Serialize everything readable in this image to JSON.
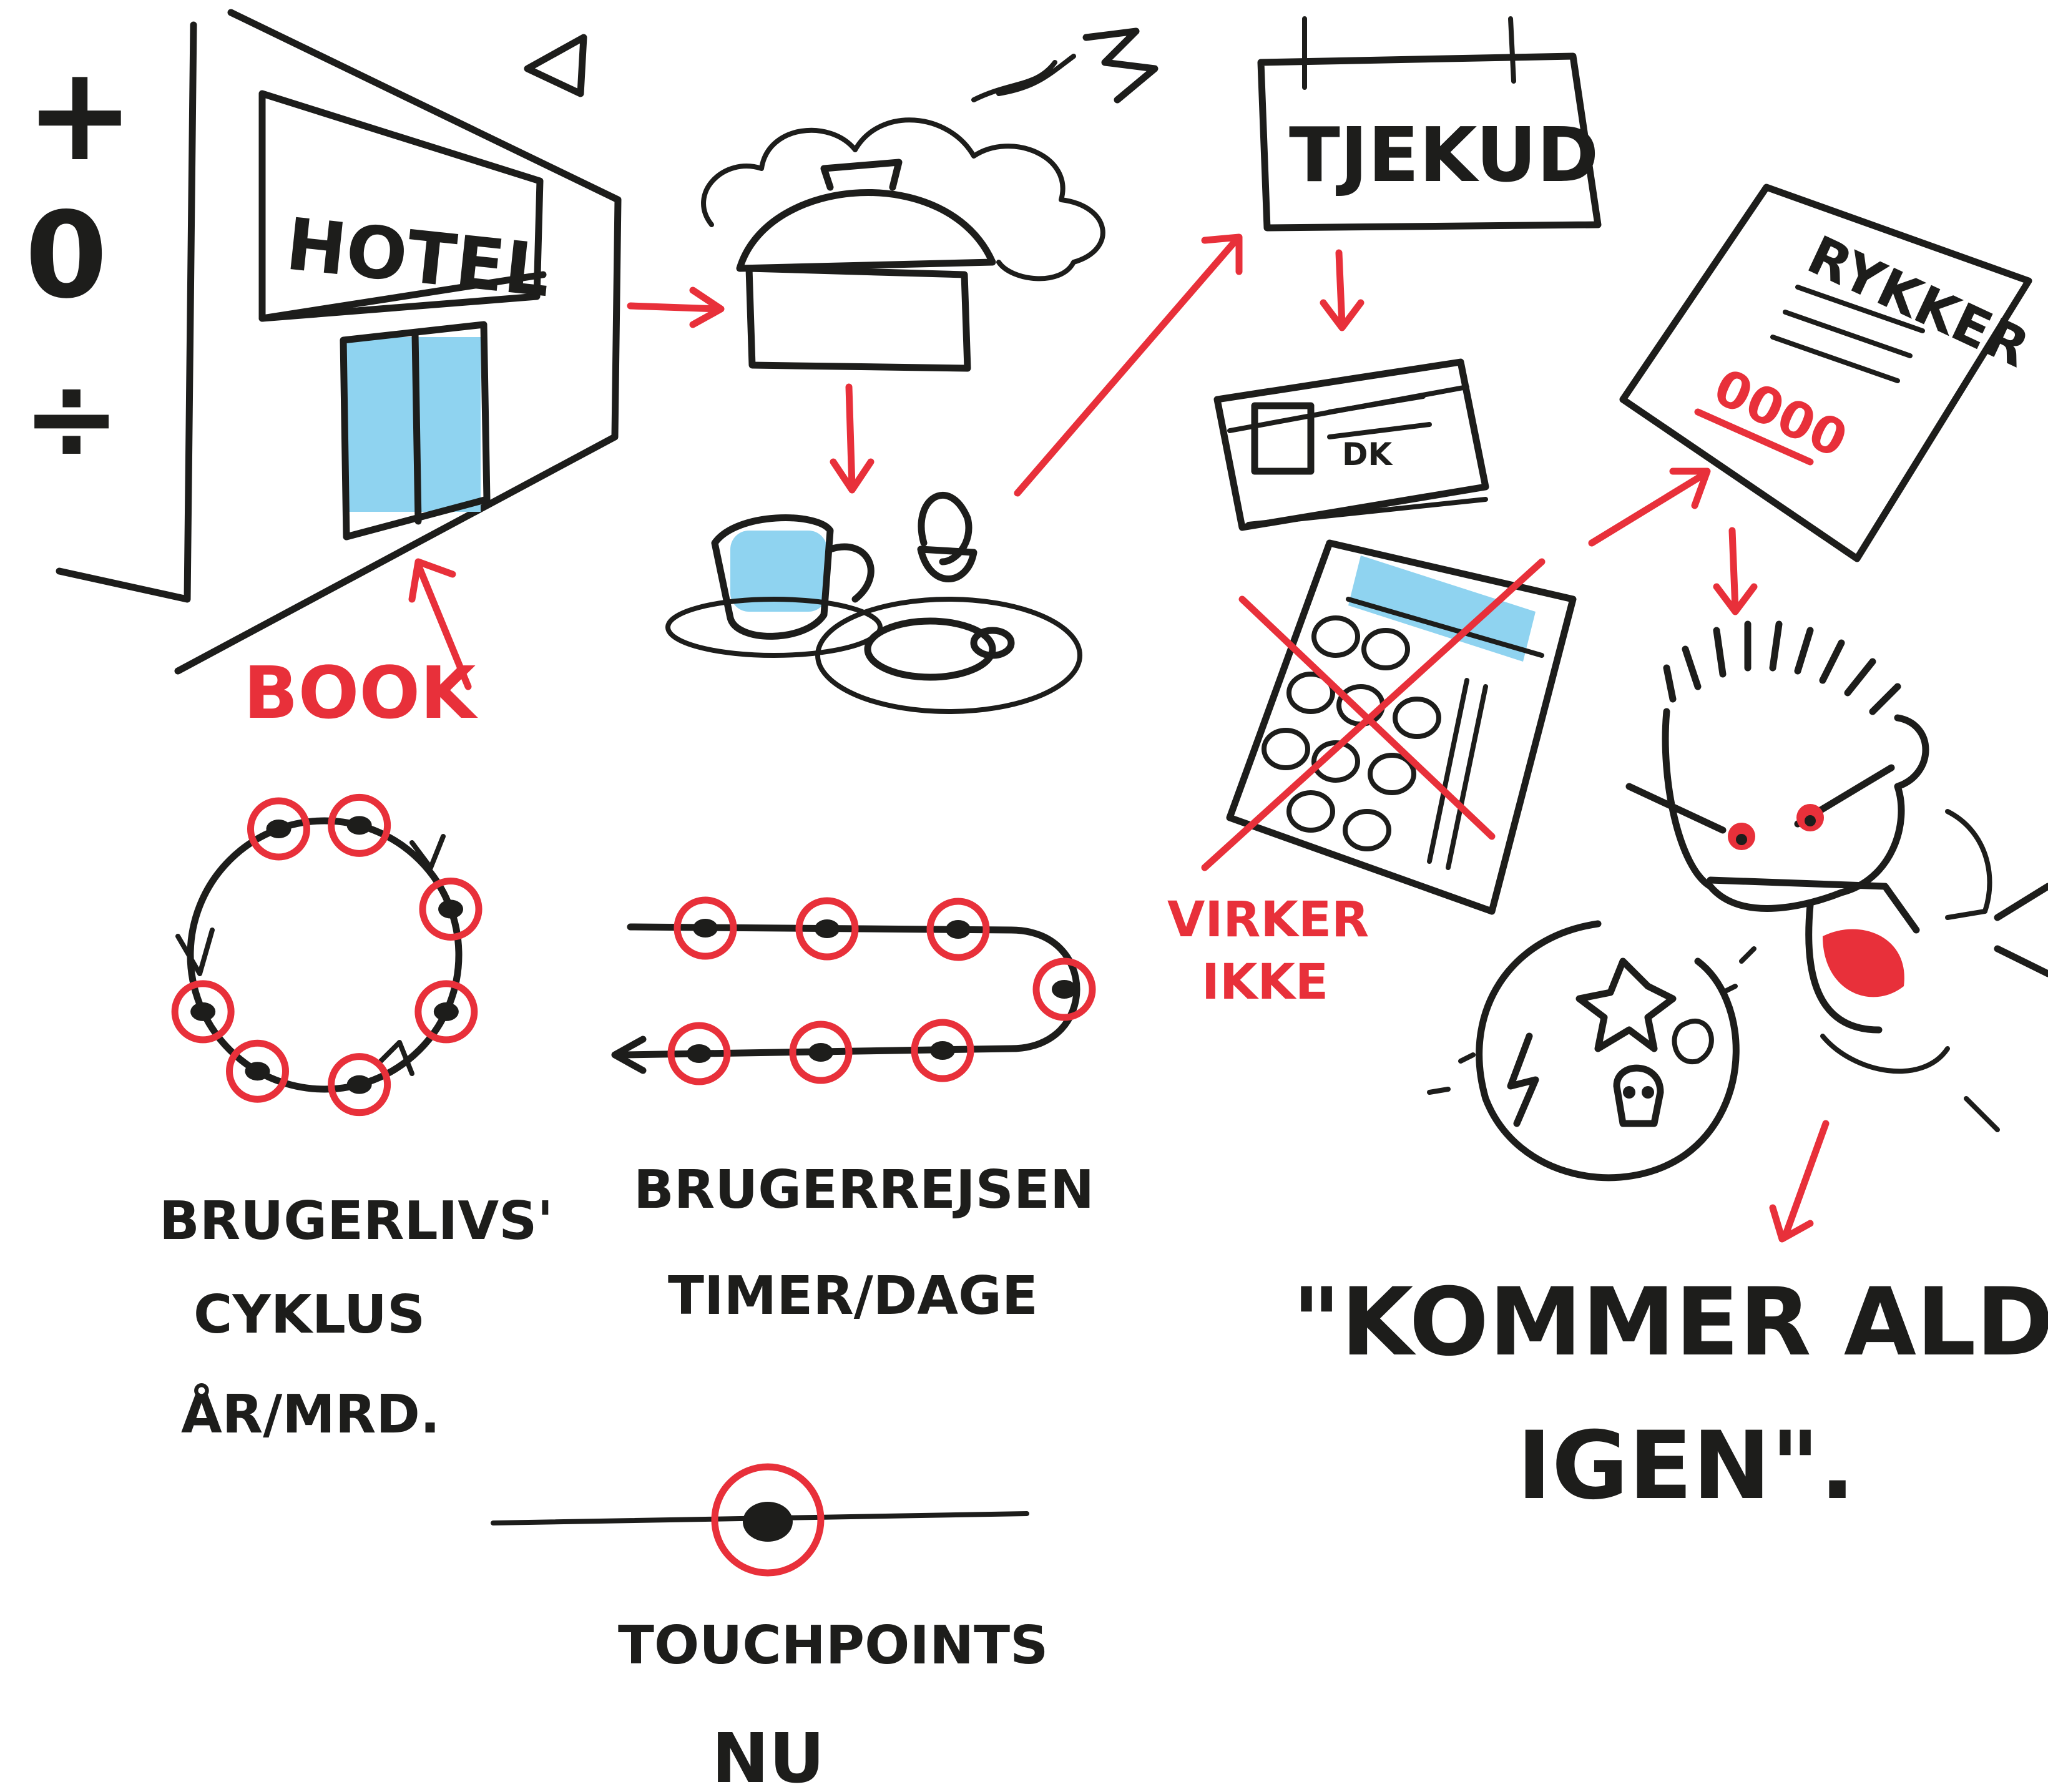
{
  "labels": {
    "hotel": "HOTEL",
    "book": "BOOK",
    "tjekud": "TJEKUD",
    "dk": "DK",
    "rykker": "RYKKER",
    "rykker_amount": "0000",
    "virker_line1": "VIRKER",
    "virker_line2": "IKKE",
    "side_plus": "+",
    "side_zero": "0",
    "side_div": "÷",
    "lifecycle_line1": "BRUGERLIVS'",
    "lifecycle_line2": "CYKLUS",
    "lifecycle_line3": "ÅR/MRD.",
    "journey_line1": "BRUGERREJSEN",
    "journey_line2": "TIMER/DAGE",
    "touchpoints_line1": "TOUCHPOINTS",
    "touchpoints_line2": "NU",
    "quote_line1": "\"KOMMER ALDRIG",
    "quote_line2": "IGEN\"."
  },
  "colors": {
    "ink": "#1d1d1b",
    "red": "#e8303a",
    "blue": "#8fd3f0",
    "paper": "#ffffff"
  },
  "icons": [
    "hotel-building-icon",
    "room-service-cloche-icon",
    "breakfast-cup-egg-icon",
    "checkout-sign-icon",
    "credit-card-icon",
    "calculator-crossed-icon",
    "reminder-letter-icon",
    "angry-customer-face-icon",
    "cursing-speech-bubble-icon",
    "user-lifecycle-circle-icon",
    "user-journey-path-icon",
    "touchpoint-marker-icon"
  ]
}
